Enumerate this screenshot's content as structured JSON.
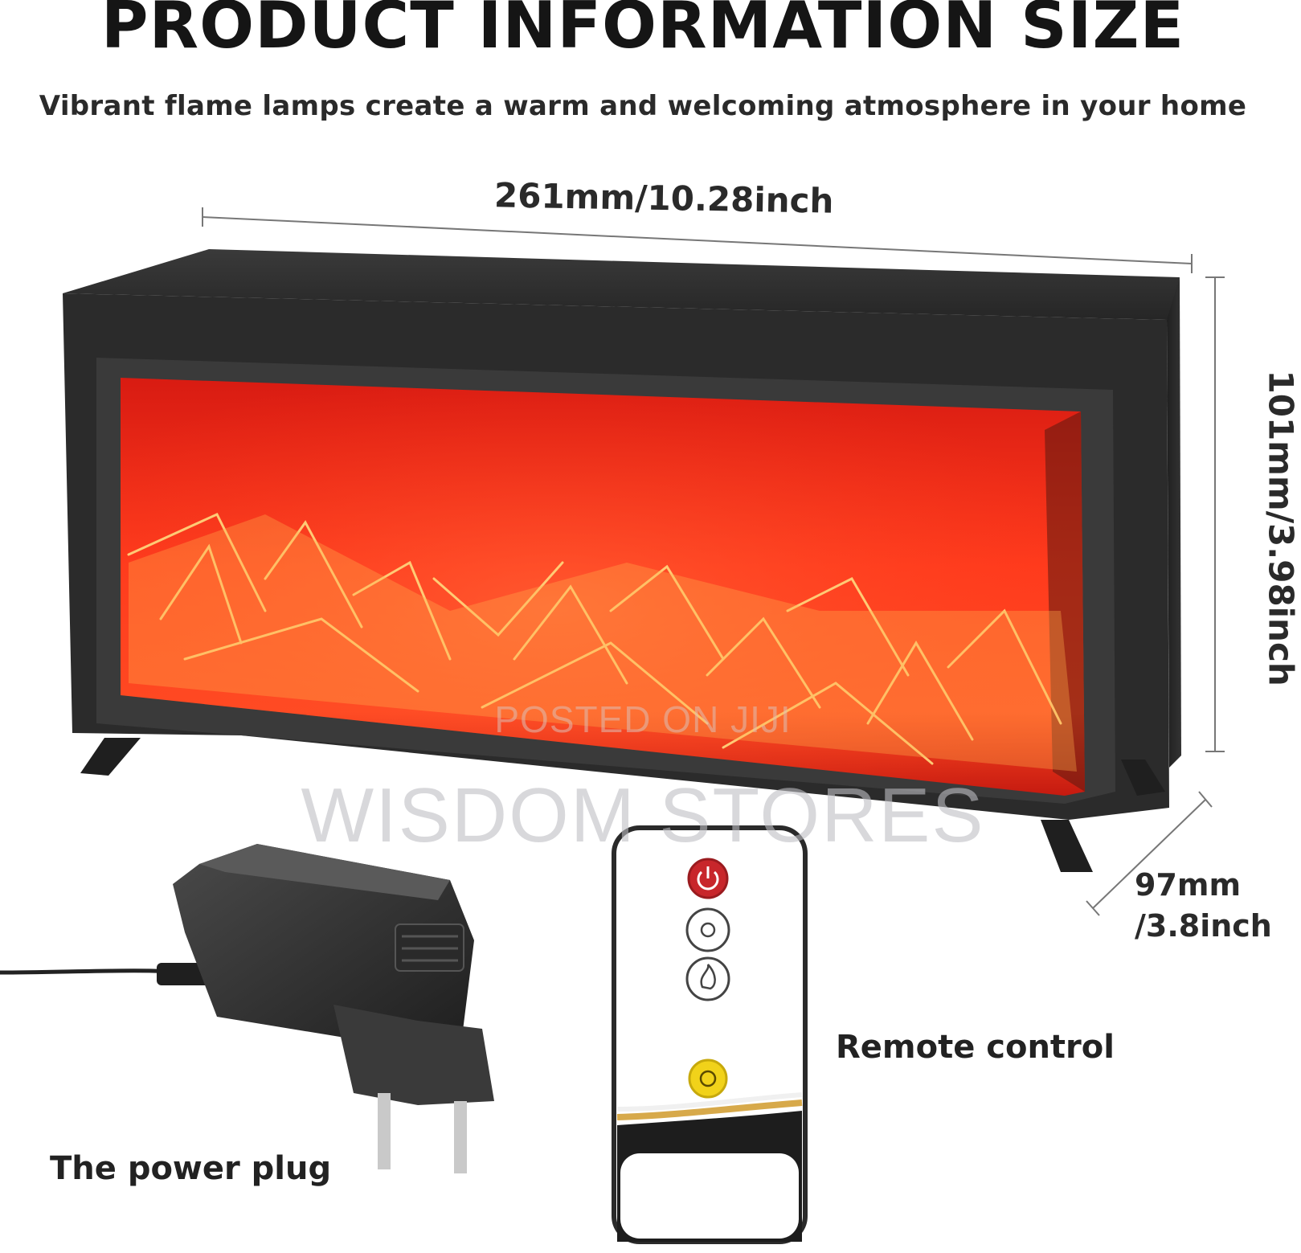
{
  "header": {
    "title": "PRODUCT INFORMATION SIZE",
    "subtitle": "Vibrant flame lamps create a warm and welcoming atmosphere in your home"
  },
  "dimensions": {
    "width": "261mm/10.28inch",
    "height": "101mm/3.98inch",
    "depth_line1": "97mm",
    "depth_line2": "/3.8inch"
  },
  "labels": {
    "remote": "Remote control",
    "plug": "The power plug"
  },
  "watermarks": {
    "small": "POSTED ON JIJI",
    "large": "WISDOM STORES"
  },
  "remote_buttons": [
    {
      "icon": "power-icon",
      "color": "#c8262b"
    },
    {
      "icon": "brightness-icon",
      "color": "#555555"
    },
    {
      "icon": "flame-mode-icon",
      "color": "#555555"
    },
    {
      "icon": "timer-icon",
      "color": "#e3c400"
    }
  ],
  "colors": {
    "flame_bright": "#ff3b1a",
    "flame_dark": "#b40e0a",
    "frame": "#2a2a2a"
  }
}
